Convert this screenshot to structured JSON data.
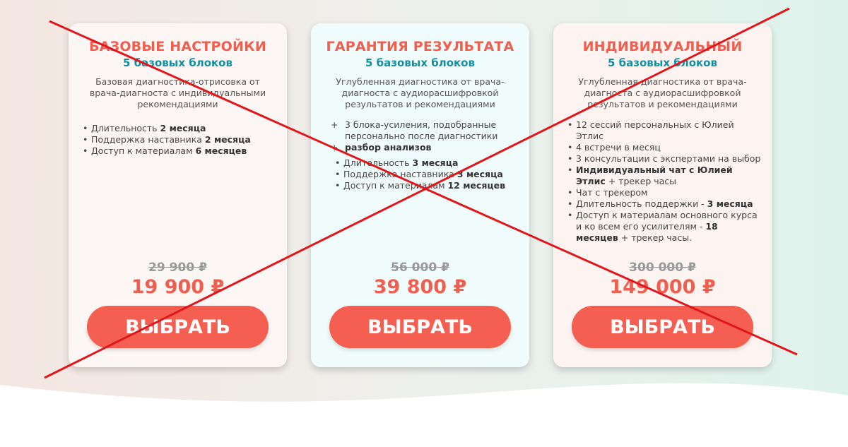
{
  "colors": {
    "accent": "#ef5f4f",
    "teal": "#148ea0",
    "cross": "#e0161b"
  },
  "cards": [
    {
      "title": "БАЗОВЫЕ НАСТРОЙКИ",
      "subtitle": "5 базовых блоков",
      "description": "Базовая диагностика-отрисовка от врача-диагноста с индивидуальными рекомендациями",
      "plus": [],
      "bullets": [
        [
          {
            "t": "Длительность "
          },
          {
            "t": "2 месяца",
            "b": true
          }
        ],
        [
          {
            "t": "Поддержка наставника "
          },
          {
            "t": "2 месяца",
            "b": true
          }
        ],
        [
          {
            "t": "Доступ к материалам "
          },
          {
            "t": "6 месяцев",
            "b": true
          }
        ]
      ],
      "old_price": "29 900 ₽",
      "price": "19 900 ₽",
      "button": "ВЫБРАТЬ"
    },
    {
      "title": "ГАРАНТИЯ РЕЗУЛЬТАТА",
      "subtitle": "5 базовых блоков",
      "description": "Углубленная диагностика от врача-диагноста с аудиорасшифровкой результатов и рекомендациями",
      "plus": [
        [
          {
            "t": "3 блока-усиления, подобранные персонально после диагностики"
          }
        ],
        [
          {
            "t": "разбор анализов",
            "b": true
          }
        ]
      ],
      "bullets": [
        [
          {
            "t": "Длительность "
          },
          {
            "t": "3 месяца",
            "b": true
          }
        ],
        [
          {
            "t": "Поддержка наставника "
          },
          {
            "t": "3 месяца",
            "b": true
          }
        ],
        [
          {
            "t": "Доступ к материалам "
          },
          {
            "t": "12 месяцев",
            "b": true
          }
        ]
      ],
      "old_price": "56 000 ₽",
      "price": "39 800 ₽",
      "button": "ВЫБРАТЬ"
    },
    {
      "title": "ИНДИВИДУАЛЬНЫЙ",
      "subtitle": "5 базовых блоков",
      "description": "Углубленная диагностика от врача-диагноста с аудиорасшифровкой результатов и рекомендациями",
      "plus": [],
      "bullets": [
        [
          {
            "t": "12 сессий персональных с Юлией Этлис"
          }
        ],
        [
          {
            "t": "4 встречи в месяц"
          }
        ],
        [
          {
            "t": "3 консультации с экспертами на выбор"
          }
        ],
        [
          {
            "t": "Индивидуальный чат с Юлией Этлис",
            "b": true
          },
          {
            "t": " + трекер часы"
          }
        ],
        [
          {
            "t": "Чат с трекером"
          }
        ],
        [
          {
            "t": "Длительность поддержки - "
          },
          {
            "t": "3 месяца",
            "b": true
          }
        ],
        [
          {
            "t": "Доступ к материалам основного курса и ко всем его усилителям - "
          },
          {
            "t": "18 месяцев",
            "b": true
          },
          {
            "t": " + трекер часы."
          }
        ]
      ],
      "old_price": "300 000 ₽",
      "price": "149 000 ₽",
      "button": "ВЫБРАТЬ"
    }
  ]
}
